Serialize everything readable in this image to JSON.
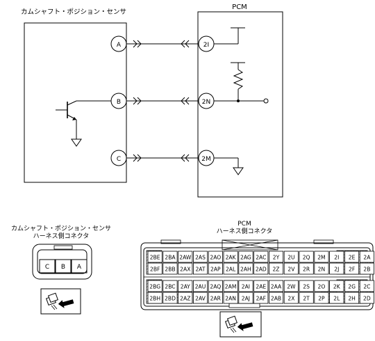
{
  "title_sensor": "カムシャフト・ポジション・センサ",
  "title_pcm": "PCM",
  "pins": {
    "sensor": [
      "A",
      "B",
      "C"
    ],
    "pcm": [
      "2I",
      "2N",
      "2M"
    ]
  },
  "harness": {
    "sensor_title": "カムシャフト・ポジション・センサ",
    "sensor_subtitle": "ハーネス側コネクタ",
    "sensor_pins": [
      "C",
      "B",
      "A"
    ],
    "pcm_title": "PCM",
    "pcm_subtitle": "ハーネス側コネクタ",
    "pcm_rows": [
      [
        "2BE",
        "2BA",
        "2AW",
        "2AS",
        "2AO",
        "2AK",
        "2AG",
        "2AC",
        "2Y",
        "2U",
        "2Q",
        "2M",
        "2I",
        "2E",
        "2A"
      ],
      [
        "2BF",
        "2BB",
        "2AX",
        "2AT",
        "2AP",
        "2AL",
        "2AH",
        "2AD",
        "2Z",
        "2V",
        "2R",
        "2N",
        "2J",
        "2F",
        "2B"
      ],
      [
        "2BG",
        "2BC",
        "2AY",
        "2AU",
        "2AQ",
        "2AM",
        "2AI",
        "2AE",
        "2AA",
        "2W",
        "2S",
        "2O",
        "2K",
        "2G",
        "2C"
      ],
      [
        "2BH",
        "2BD",
        "2AZ",
        "2AV",
        "2AR",
        "2AN",
        "2AJ",
        "2AF",
        "2AB",
        "2X",
        "2T",
        "2P",
        "2L",
        "2H",
        "2D"
      ]
    ]
  }
}
